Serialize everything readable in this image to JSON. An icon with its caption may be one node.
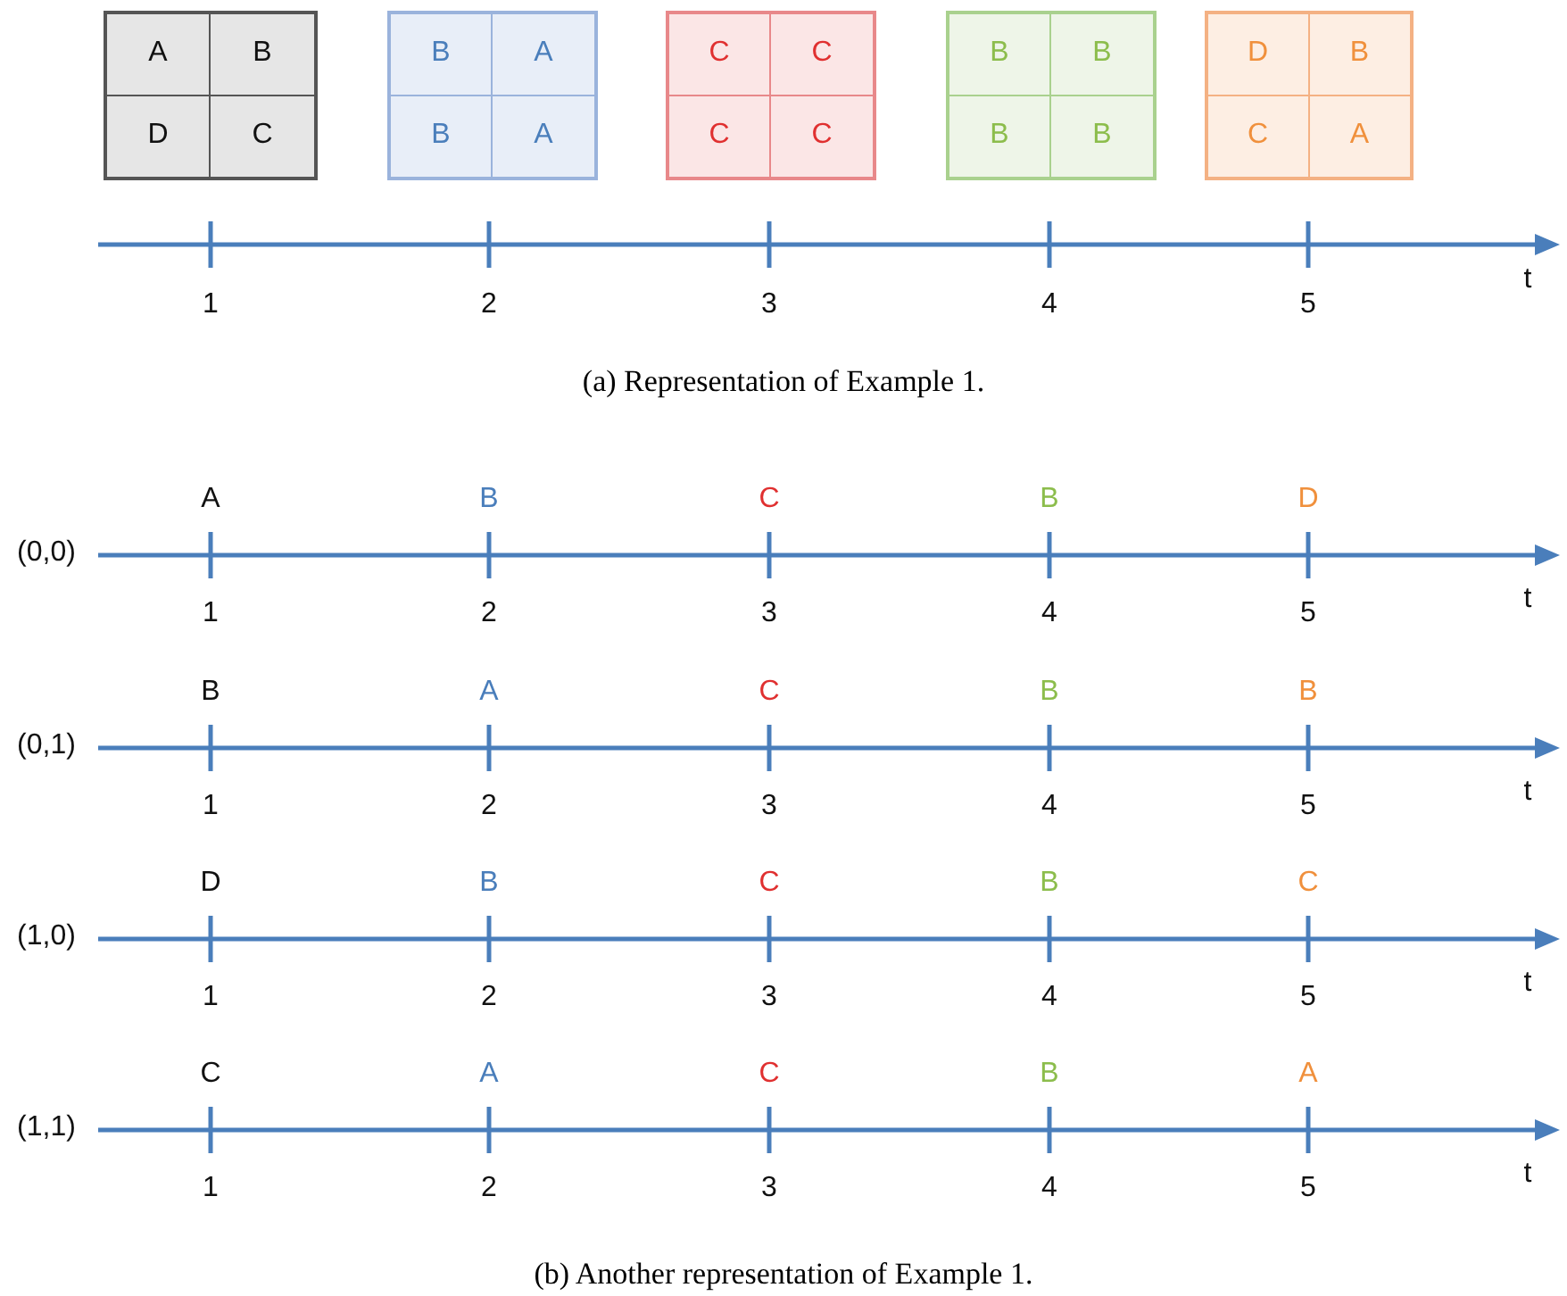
{
  "diagram": {
    "nodes": [
      {
        "text": [],
        "shape": "box"
      },
      {
        "text": [
          "A"
        ],
        "in": 0
      },
      {
        "text": [
          "B"
        ],
        "in": 0
      },
      {
        "text": [
          "D"
        ],
        "in": 0
      },
      {
        "text": [
          "C"
        ],
        "in": 0
      },
      {
        "text": [],
        "shape": "box"
      },
      {
        "text": [
          "B"
        ],
        "in": 5
      },
      {
        "text": [
          "A"
        ],
        "in": 5
      },
      {
        "text": [
          "B"
        ],
        "in": 5
      },
      {
        "text": [
          "A"
        ],
        "in": 5
      },
      {
        "text": [],
        "shape": "box"
      },
      {
        "text": [
          "C"
        ],
        "in": 10
      },
      {
        "text": [
          "C"
        ],
        "in": 10
      },
      {
        "text": [
          "C"
        ],
        "in": 10
      },
      {
        "text": [
          "C"
        ],
        "in": 10
      },
      {
        "text": [],
        "shape": "box"
      },
      {
        "text": [
          "B"
        ],
        "in": 15
      },
      {
        "text": [
          "B"
        ],
        "in": 15
      },
      {
        "text": [
          "B"
        ],
        "in": 15
      },
      {
        "text": [
          "B"
        ],
        "in": 15
      },
      {
        "text": [],
        "shape": "box"
      },
      {
        "text": [
          "D"
        ],
        "in": 20
      },
      {
        "text": [
          "B"
        ],
        "in": 20
      },
      {
        "text": [
          "C"
        ],
        "in": 20
      },
      {
        "text": [
          "A"
        ],
        "in": 20
      }
    ],
    "labels": [
      "1",
      "2",
      "3",
      "4",
      "5",
      "t",
      "(a) Representation of Example 1.",
      "A",
      "B",
      "C",
      "B",
      "D",
      "(0,0)",
      "1",
      "2",
      "3",
      "4",
      "5",
      "t",
      "B",
      "A",
      "C",
      "B",
      "B",
      "(0,1)",
      "1",
      "2",
      "3",
      "4",
      "5",
      "t",
      "D",
      "B",
      "C",
      "B",
      "C",
      "(1,0)",
      "1",
      "2",
      "3",
      "4",
      "5",
      "t",
      "C",
      "A",
      "C",
      "B",
      "A",
      "(1,1)",
      "1",
      "2",
      "3",
      "4",
      "5",
      "t",
      "(b) Another representation of Example 1."
    ]
  }
}
